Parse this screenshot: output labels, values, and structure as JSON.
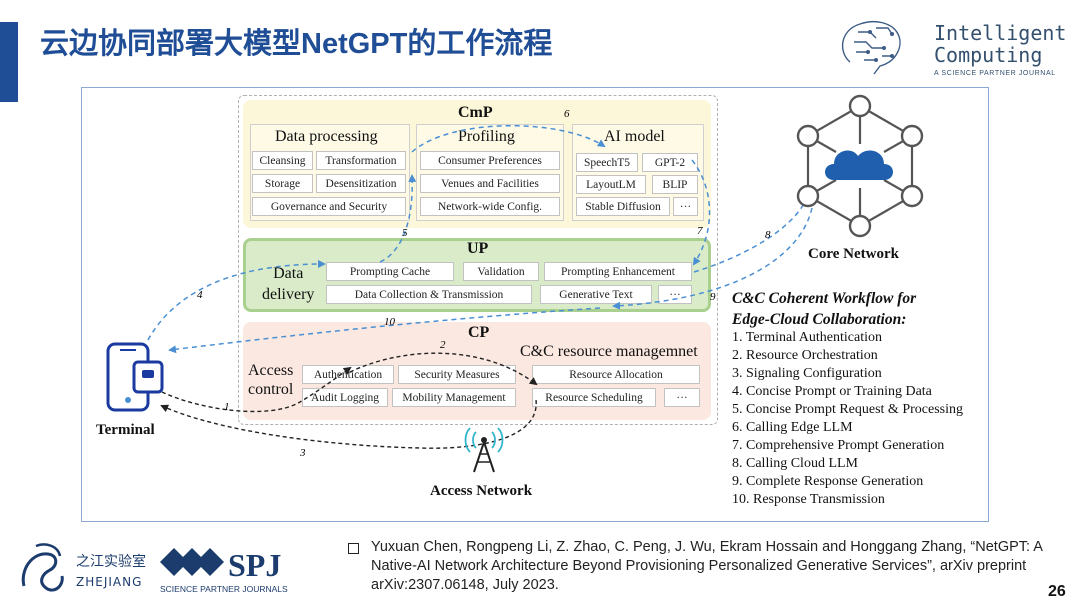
{
  "header": {
    "title": "云边协同部署大模型NetGPT的工作流程"
  },
  "logos": {
    "intelligent_computing": {
      "line1": "Intelligent",
      "line2": "Computing",
      "tagline": "A SCIENCE PARTNER JOURNAL",
      "icon": "circuit-brain-icon"
    },
    "zhejiang_lab": {
      "cn": "之江实验室",
      "en": "ZHEJIANG LAB",
      "icon": "zhejiang-lab-swirl-icon"
    },
    "spj": {
      "mark": "SPJ",
      "tagline": "SCIENCE PARTNER JOURNALS",
      "icon": "spj-diamond-icon"
    }
  },
  "diagram": {
    "cmp": {
      "title": "CmP",
      "data_processing": {
        "title": "Data processing",
        "items": [
          "Cleansing",
          "Transformation",
          "Storage",
          "Desensitization",
          "Governance and Security"
        ]
      },
      "profiling": {
        "title": "Profiling",
        "items": [
          "Consumer Preferences",
          "Venues and Facilities",
          "Network-wide Config."
        ]
      },
      "ai_model": {
        "title": "AI model",
        "items": [
          "SpeechT5",
          "GPT-2",
          "LayoutLM",
          "BLIP",
          "Stable Diffusion",
          "···"
        ]
      }
    },
    "up": {
      "title": "UP",
      "data_delivery": {
        "line1": "Data",
        "line2": "delivery"
      },
      "items": [
        "Prompting Cache",
        "Validation",
        "Prompting Enhancement",
        "Data Collection & Transmission",
        "Generative Text",
        "···"
      ]
    },
    "cp": {
      "title": "CP",
      "access_control": {
        "line1": "Access",
        "line2": "control"
      },
      "access_items": [
        "Authentication",
        "Security Measures",
        "Audit Logging",
        "Mobility Management"
      ],
      "resource": {
        "title": "C&C resource managemnet",
        "items": [
          "Resource Allocation",
          "Resource Scheduling",
          "···"
        ]
      }
    },
    "nodes": {
      "terminal": {
        "label": "Terminal",
        "icon": "smartphone-icon"
      },
      "access_network": {
        "label": "Access Network",
        "icon": "cell-tower-icon"
      },
      "core_network": {
        "label": "Core Network",
        "icon": "cloud-network-icon"
      }
    },
    "step_numbers": [
      "1",
      "2",
      "3",
      "4",
      "5",
      "6",
      "7",
      "8",
      "9",
      "10"
    ],
    "colors": {
      "arrow": "#4a8fd4",
      "black_arrow": "#222222",
      "cloud": "#1f5fae",
      "phone": "#1a3aa0"
    }
  },
  "workflow": {
    "title_line1": "C&C Coherent Workflow for",
    "title_line2": "Edge-Cloud Collaboration",
    "title_colon": ":",
    "steps": [
      "1. Terminal Authentication",
      "2. Resource Orchestration",
      "3. Signaling Configuration",
      "4. Concise Prompt or Training Data",
      "5. Concise Prompt Request & Processing",
      "6. Calling Edge LLM",
      "7. Comprehensive Prompt Generation",
      "8. Calling Cloud LLM",
      "9. Complete Response Generation",
      "10. Response Transmission"
    ]
  },
  "footer": {
    "reference": "Yuxuan Chen, Rongpeng Li, Z. Zhao, C. Peng, J. Wu, Ekram Hossain and Honggang Zhang, “NetGPT: A Native-AI Network Architecture Beyond Provisioning Personalized Generative Services”, arXiv preprint arXiv:2307.06148, July 2023.",
    "page_number": "26"
  }
}
